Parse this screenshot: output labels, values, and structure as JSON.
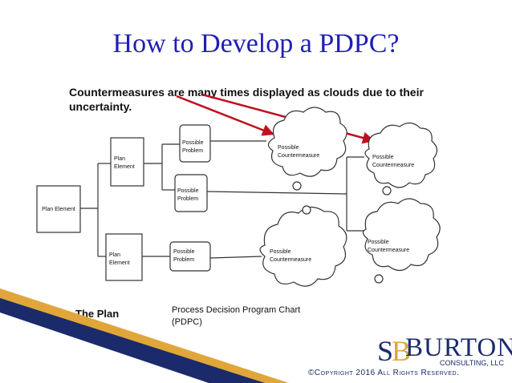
{
  "slide": {
    "title": "How to Develop a PDPC?",
    "logo_name": "BURTON",
    "logo_sub": "CONSULTING, LLC",
    "copyright": "©Copyright 2016 All Rights Reserved."
  },
  "diagram": {
    "note_line1": "Countermeasures are many times displayed as clouds due to their",
    "note_line2": "uncertainty.",
    "root": "Plan Element",
    "branches": [
      {
        "label_line1": "Plan",
        "label_line2": "Element"
      },
      {
        "label_line1": "Plan",
        "label_line2": "Element"
      }
    ],
    "problems": [
      {
        "label_line1": "Possible",
        "label_line2": "Problem"
      },
      {
        "label_line1": "Possible",
        "label_line2": "Problem"
      },
      {
        "label_line1": "Possible",
        "label_line2": "Problem"
      }
    ],
    "countermeasures": [
      {
        "label_line1": "Possible",
        "label_line2": "Countermeasure"
      },
      {
        "label_line1": "Possible",
        "label_line2": "Countermeasure"
      },
      {
        "label_line1": "Possible",
        "label_line2": "Countermeasure"
      },
      {
        "label_line1": "Possible",
        "label_line2": "Countermeasure"
      }
    ],
    "footer_left": "The Plan",
    "footer_right_line1": "Process Decision Program Chart",
    "footer_right_line2": "(PDPC)"
  },
  "colors": {
    "title": "#1f1fb4",
    "arrow": "#c0101e",
    "band_dark": "#1a2a6b",
    "band_gold": "#e0a63a"
  }
}
